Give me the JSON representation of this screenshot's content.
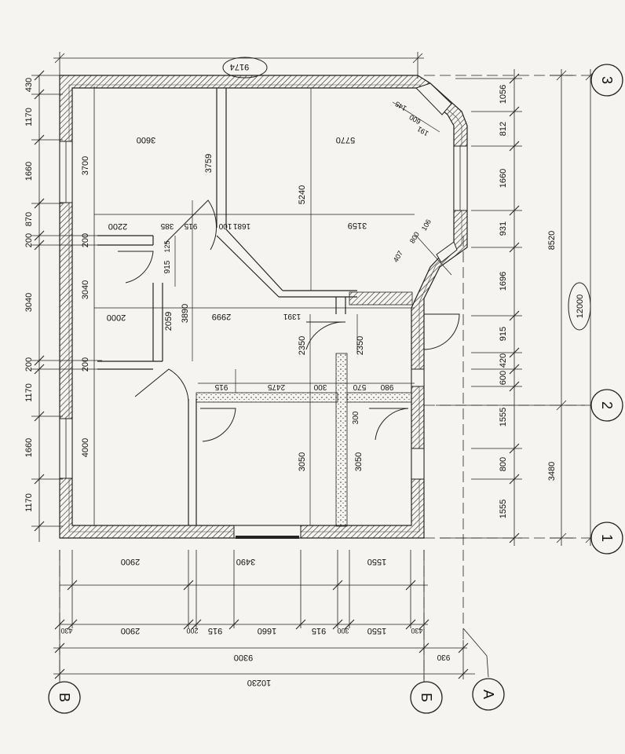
{
  "axes": {
    "axis_3": "3",
    "axis_2": "2",
    "axis_1": "1",
    "axis_v": "В",
    "axis_b": "Б",
    "axis_a": "А"
  },
  "top_dims": {
    "overall": "9174"
  },
  "right_dims": {
    "chain": [
      "1056",
      "812",
      "1660",
      "931",
      "1696",
      "915",
      "420",
      "600",
      "1555",
      "800",
      "1555"
    ],
    "mid_upper": "8520",
    "mid_lower": "3480",
    "overall": "12000"
  },
  "left_dims": {
    "chain": [
      "430",
      "1170",
      "1660",
      "870",
      "200",
      "3040",
      "200",
      "1170",
      "1660",
      "1170"
    ],
    "inner": [
      "3700",
      "200",
      "3040",
      "200",
      "4000"
    ]
  },
  "bottom_dims": {
    "row1": [
      "2900",
      "3490",
      "1550"
    ],
    "row2": [
      "430",
      "2900",
      "200",
      "915",
      "1660",
      "915",
      "300",
      "1550",
      "430"
    ],
    "row3": [
      "9300",
      "930"
    ],
    "row4": [
      "10230"
    ]
  },
  "interior_dims": {
    "d3600": "3600",
    "d5770": "5770",
    "d3759": "3759",
    "d5240": "5240",
    "d2200": "2200",
    "d385": "385",
    "d915a": "915",
    "d1681": "1681",
    "d100": "100",
    "d3159": "3159",
    "d125": "125",
    "d915b": "915",
    "d2000": "2000",
    "d2059": "2059",
    "d3890": "3890",
    "d2999": "2999",
    "d1391": "1391",
    "d2350a": "2350",
    "d2350b": "2350",
    "d915c": "915",
    "d2475": "2475",
    "d300a": "300",
    "d570": "570",
    "d980": "980",
    "d300b": "300",
    "d3050a": "3050",
    "d3050b": "3050",
    "d145": "145",
    "d600": "600",
    "d191": "191",
    "d407": "407",
    "d800": "800",
    "d106": "106"
  }
}
